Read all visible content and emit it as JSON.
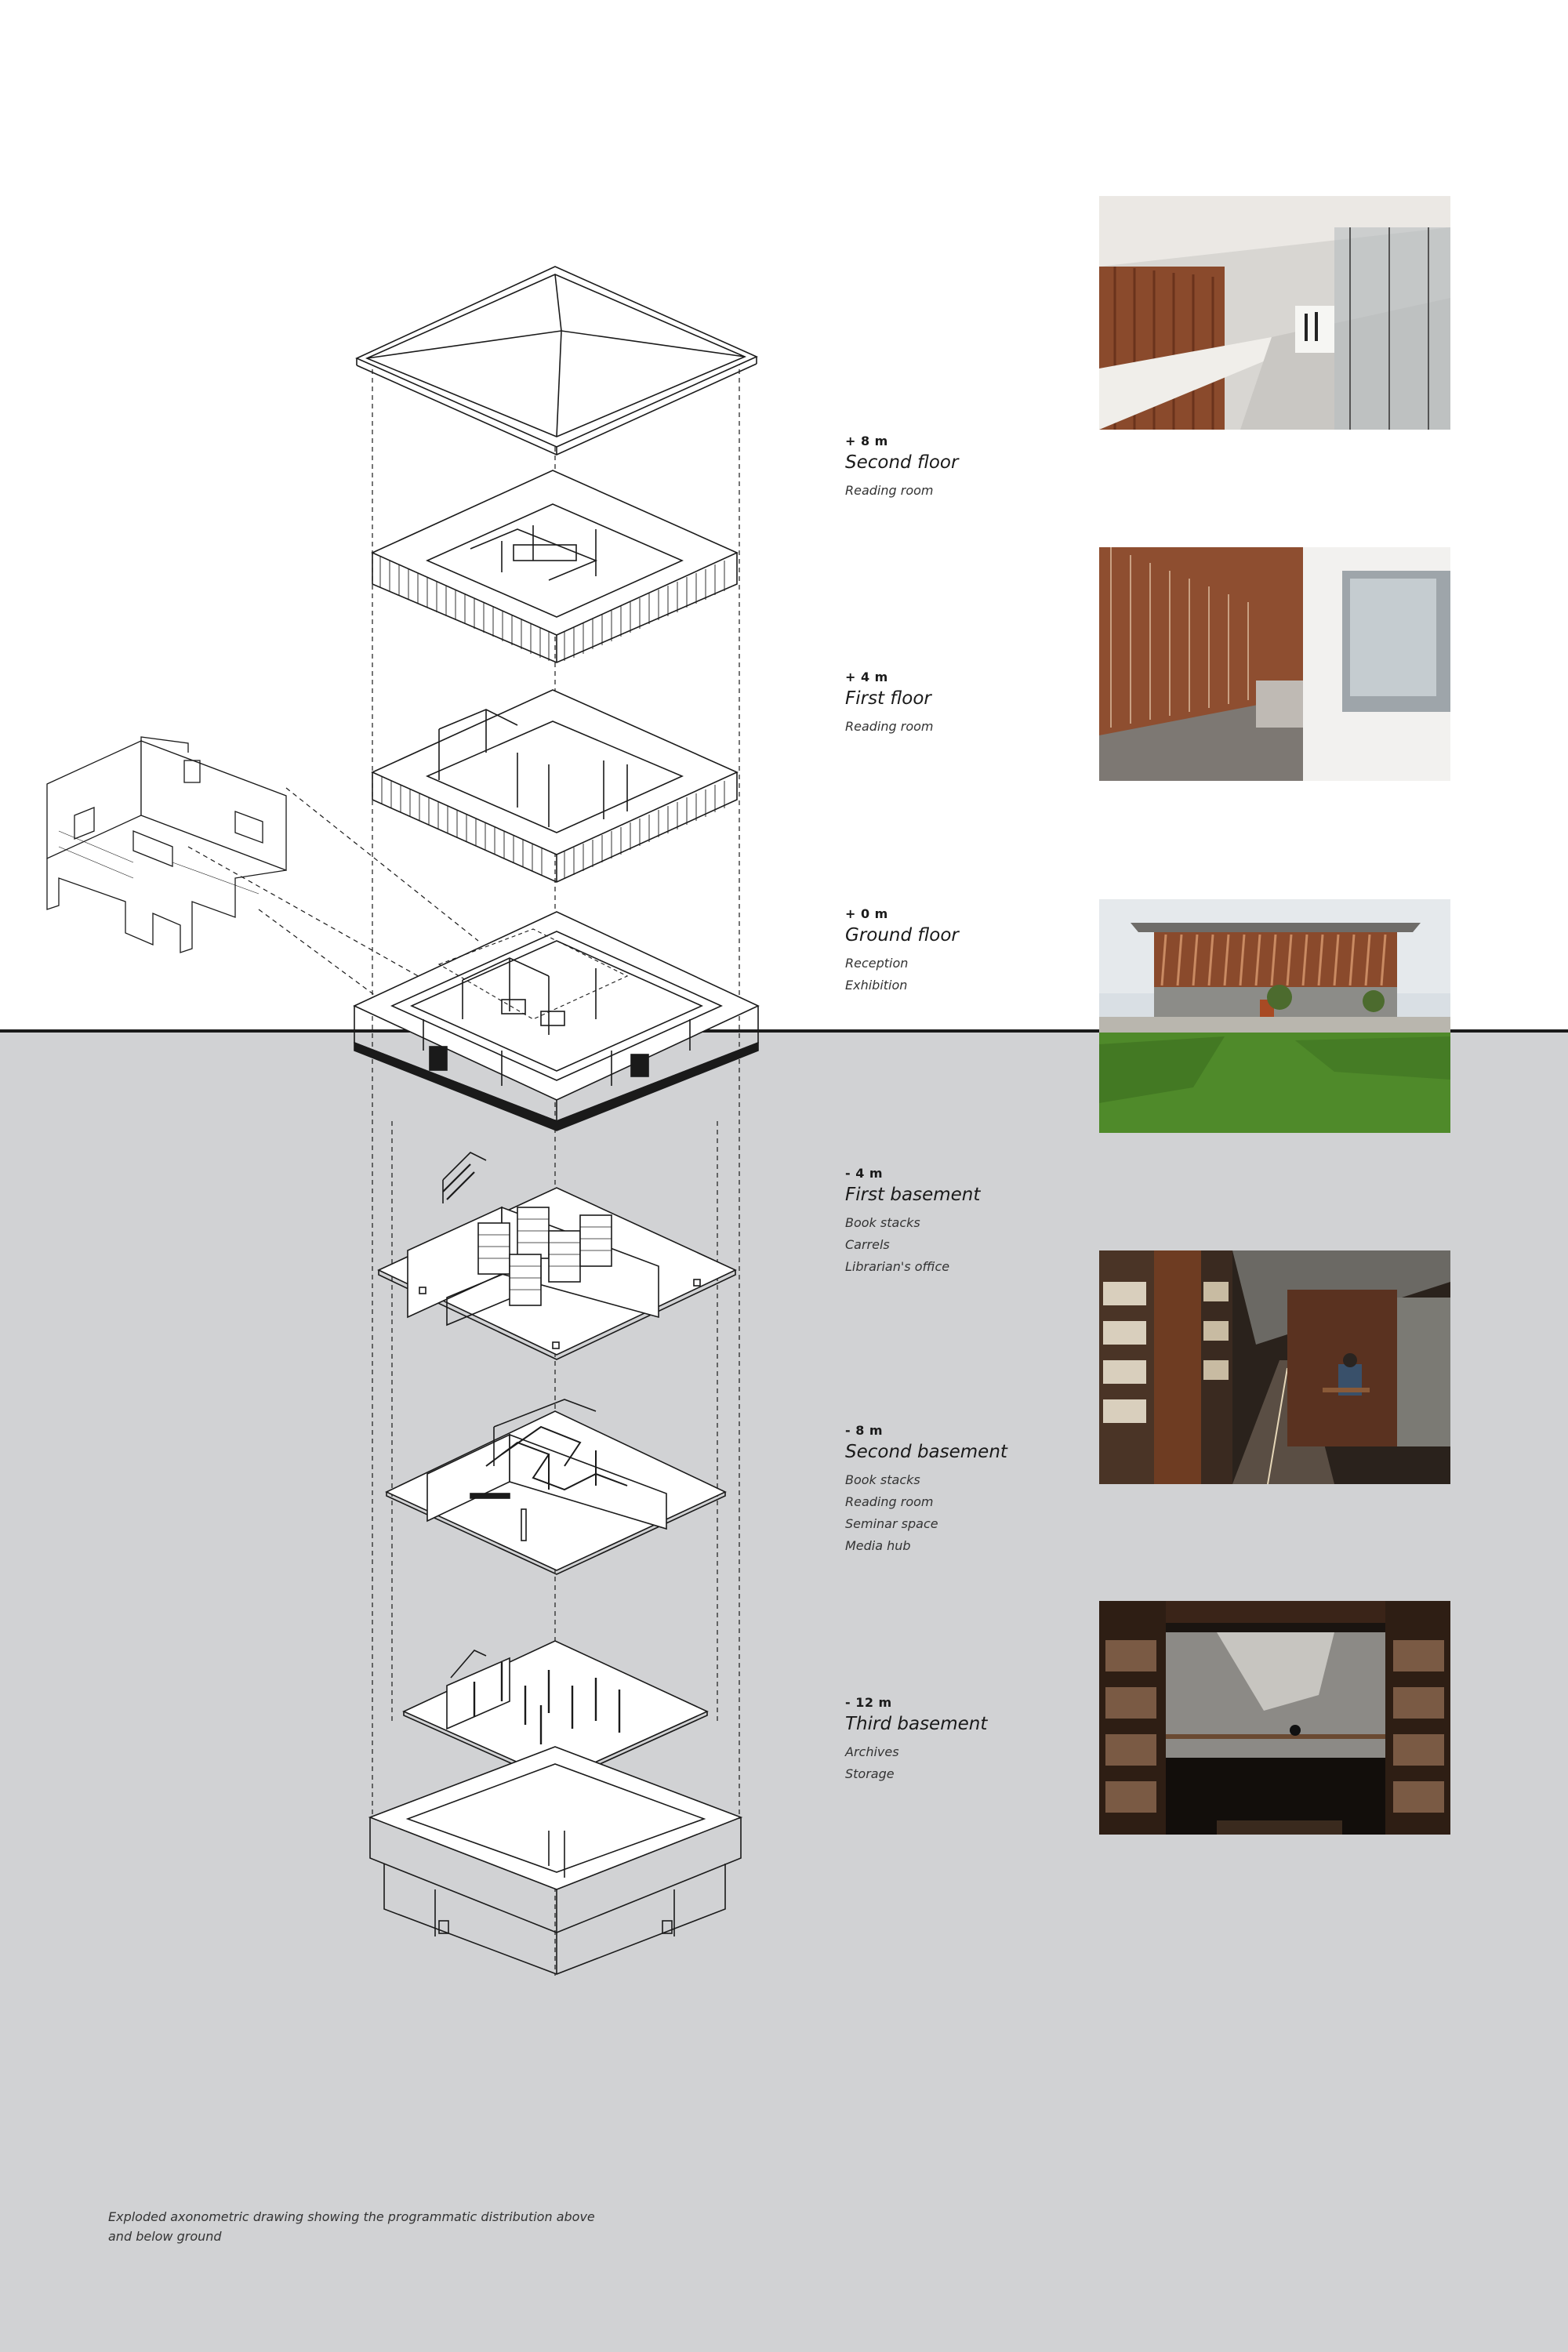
{
  "levels": [
    {
      "elevation": "+ 8 m",
      "name": "Second floor",
      "program": [
        "Reading room"
      ]
    },
    {
      "elevation": "+ 4 m",
      "name": "First floor",
      "program": [
        "Reading room"
      ]
    },
    {
      "elevation": "+ 0 m",
      "name": "Ground floor",
      "program": [
        "Reception",
        "Exhibition"
      ]
    },
    {
      "elevation": "- 4 m",
      "name": "First basement",
      "program": [
        "Book stacks",
        "Carrels",
        "Librarian's office"
      ]
    },
    {
      "elevation": "- 8 m",
      "name": "Second basement",
      "program": [
        "Book stacks",
        "Reading room",
        "Seminar space",
        "Media hub"
      ]
    },
    {
      "elevation": "- 12 m",
      "name": "Third basement",
      "program": [
        "Archives",
        "Storage"
      ]
    }
  ],
  "caption": "Exploded axonometric drawing showing the programmatic distribution above and below ground",
  "colors": {
    "background": "#ffffff",
    "below_ground": "#d1d2d4",
    "ground_line": "#1a1a1a",
    "linework": "#1a1a1a",
    "brick": "#8a4a2c",
    "lawn": "#4f8a2a"
  }
}
